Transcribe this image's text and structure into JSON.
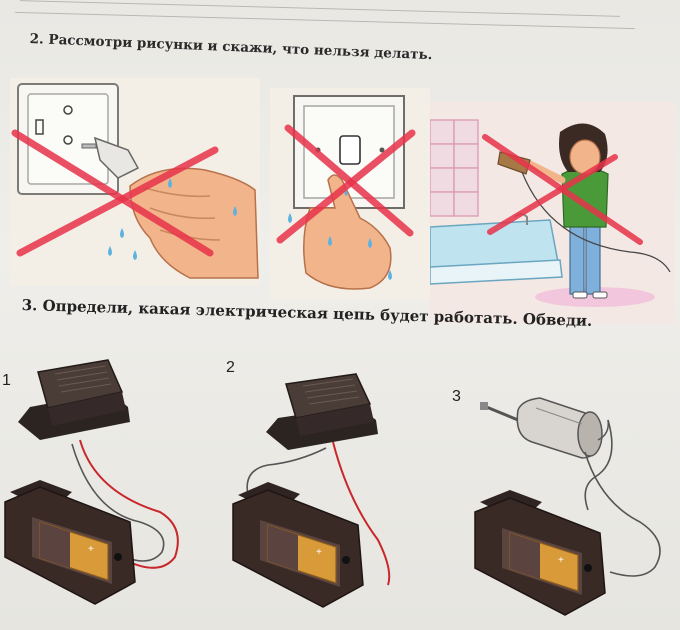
{
  "task2": {
    "text": "2. Рассмотри рисунки и скажи, что нельзя делать."
  },
  "task3": {
    "text": "3. Определи, какая электрическая цепь будет работать. Обведи."
  },
  "circuits": [
    {
      "number": "1"
    },
    {
      "number": "2"
    },
    {
      "number": "3"
    }
  ],
  "colors": {
    "cross": "#e8334a",
    "wire": "#c8272b",
    "battery_holder": "#3a2a26",
    "battery": "#d99a3a"
  },
  "icons": [
    "wet-hand-socket-icon",
    "wet-hand-switch-icon",
    "hairdryer-bathroom-icon",
    "buzzer-icon",
    "battery-holder-icon",
    "motor-icon"
  ]
}
